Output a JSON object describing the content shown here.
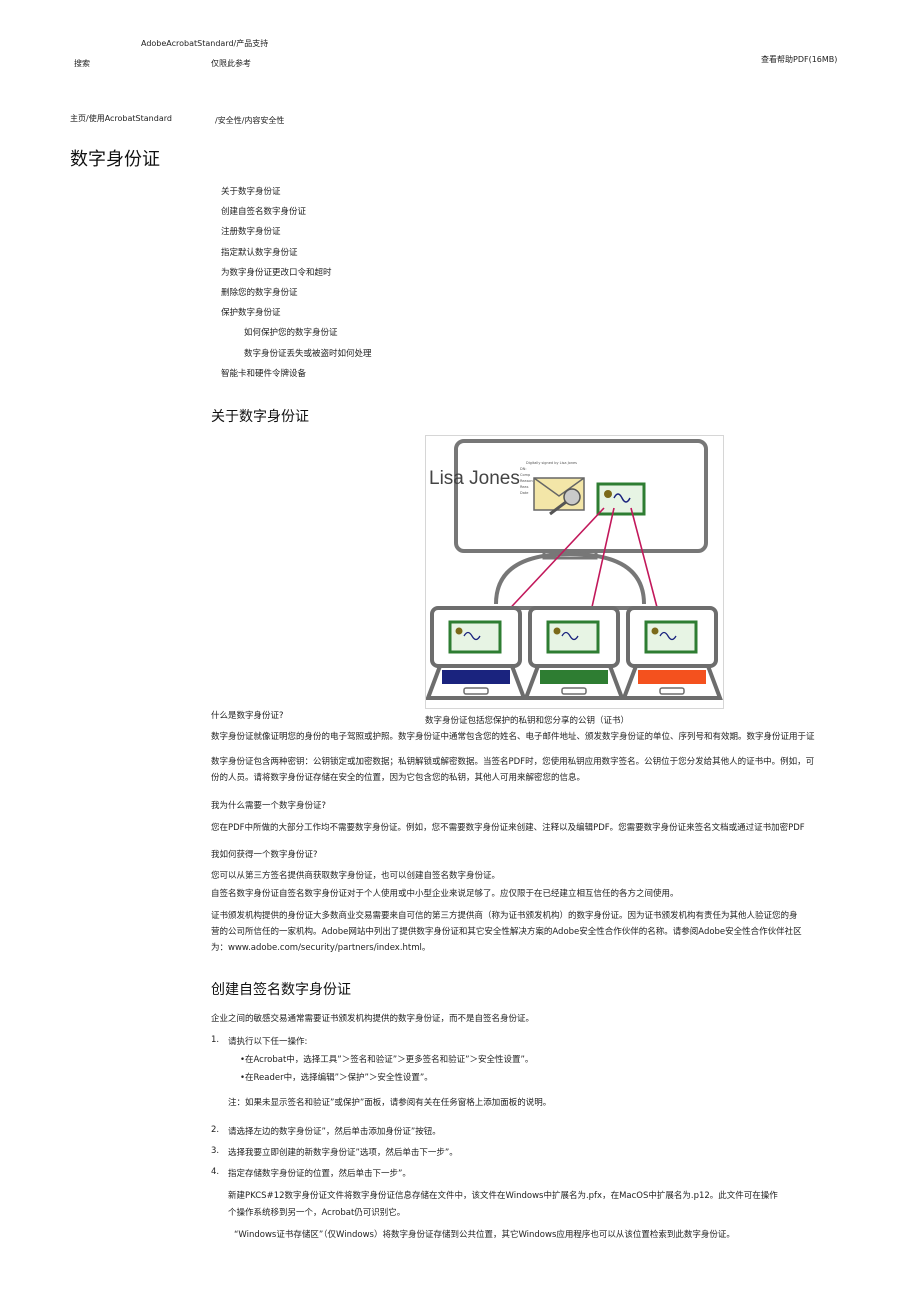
{
  "header": {
    "product_line": "AdobeAcrobatStandard/产品支持",
    "search_label": "搜索",
    "reference_only": "仅限此参考",
    "help_pdf_link": "查看帮助PDF(16MB)"
  },
  "breadcrumb": {
    "part1": "主页/使用AcrobatStandard",
    "part2": "/安全性/内容安全性"
  },
  "page_title": "数字身份证",
  "toc": [
    "关于数字身份证",
    "创建自签名数字身份证",
    "注册数字身份证",
    "指定默认数字身份证",
    "为数字身份证更改口令和超时",
    "删除您的数字身份证",
    "保护数字身份证",
    "如何保护您的数字身份证",
    "数字身份证丢失或被盗时如何处理",
    "智能卡和硬件令牌设备"
  ],
  "section_about": {
    "heading": "关于数字身份证",
    "figure_caption": "数字身份证包括您保护的私钥和您分享的公钥（证书）",
    "figure_name_text": "Lisa Jones",
    "figure_sig_line": "Digitally signed by Lisa Jones",
    "figure_sig_fields": [
      "DN:",
      "Comp",
      "Reason",
      "Reas",
      "Date"
    ],
    "q1": "什么是数字身份证?",
    "p1": "数字身份证就像证明您的身份的电子驾照或护照。数字身份证中通常包含您的姓名、电子邮件地址、颁发数字身份证的单位、序列号和有效期。数字身份证用于证",
    "p2a": "数字身份证包含两种密钥：公钥锁定或加密数据；私钥解锁或解密数据。当签名PDF时，您使用私钥应用数字签名。公钥位于您分发给其他人的证书中。例如，可",
    "p2b": "份的人员。请将数字身份证存储在安全的位置，因为它包含您的私钥，其他人可用来解密您的信息。",
    "q2": "我为什么需要一个数字身份证?",
    "p3": "您在PDF中所做的大部分工作均不需要数字身份证。例如，您不需要数字身份证来创建、注释以及编辑PDF。您需要数字身份证来签名文档或通过证书加密PDF",
    "q3": "我如何获得一个数字身份证?",
    "p4": "您可以从第三方签名提供商获取数字身份证，也可以创建自签名数字身份证。",
    "p5": "自签名数字身份证自签名数字身份证对于个人使用或中小型企业来说足够了。应仅限于在已经建立相互信任的各方之间使用。",
    "p6a": "证书颁发机构提供的身份证大多数商业交易需要来自可信的第三方提供商（称为证书颁发机构）的数字身份证。因为证书颁发机构有责任为其他人验证您的身",
    "p6b": "营的公司所信任的一家机构。Adobe网站中列出了提供数字身份证和其它安全性解决方案的Adobe安全性合作伙伴的名称。请参阅Adobe安全性合作伙伴社区",
    "p6c": "为：www.adobe.com/security/partners/index.html。"
  },
  "section_create": {
    "heading": "创建自签名数字身份证",
    "intro": "企业之间的敏感交易通常需要证书颁发机构提供的数字身份证，而不是自签名身份证。",
    "step1_num": "1.",
    "step1": "请执行以下任一操作:",
    "step1_sub1": "•在Acrobat中，选择工具”＞签名和验证”＞更多签名和验证”＞安全性设置”。",
    "step1_sub2": "•在Reader中，选择编辑”＞保护”＞安全性设置”。",
    "note": "注：如果未显示签名和验证”或保护”面板，请参阅有关在任务窗格上添加面板的说明。",
    "step2_num": "2.",
    "step2": "请选择左边的数字身份证”，然后单击添加身份证”按钮。",
    "step3_num": "3.",
    "step3": "选择我要立即创建的新数字身份证”选项，然后单击下一步”。",
    "step4_num": "4.",
    "step4": "指定存储数字身份证的位置，然后单击下一步”。",
    "step4_p1a": "新建PKCS#12数字身份证文件将数字身份证信息存储在文件中，该文件在Windows中扩展名为.pfx，在MacOS中扩展名为.p12。此文件可在操作",
    "step4_p1b": "个操作系统移到另一个，Acrobat仍可识别它。",
    "step4_p2": "“Windows证书存储区”（仅Windows）将数字身份证存储到公共位置，其它Windows应用程序也可以从该位置检索到此数字身份证。"
  }
}
